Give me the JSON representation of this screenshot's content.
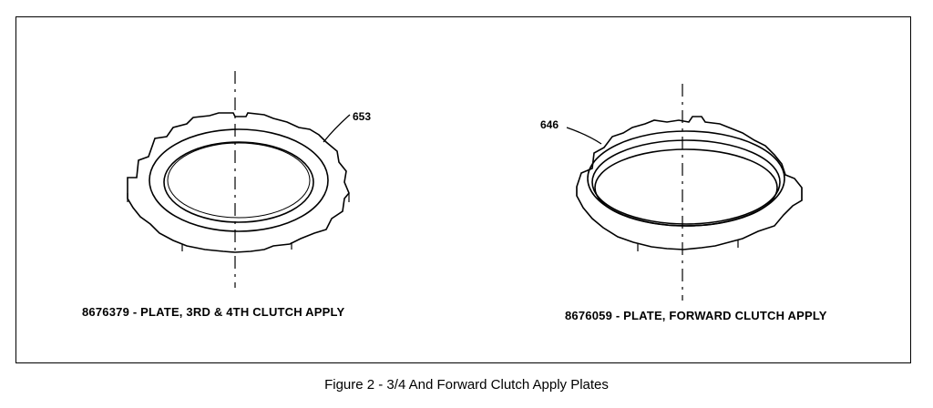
{
  "figure": {
    "caption": "Figure 2 - 3/4 And Forward Clutch Apply Plates"
  },
  "parts": [
    {
      "callout": "653",
      "label": "8676379 - PLATE, 3RD & 4TH CLUTCH APPLY"
    },
    {
      "callout": "646",
      "label": "8676059 - PLATE, FORWARD CLUTCH APPLY"
    }
  ],
  "colors": {
    "ink": "#000000",
    "paper": "#ffffff"
  }
}
